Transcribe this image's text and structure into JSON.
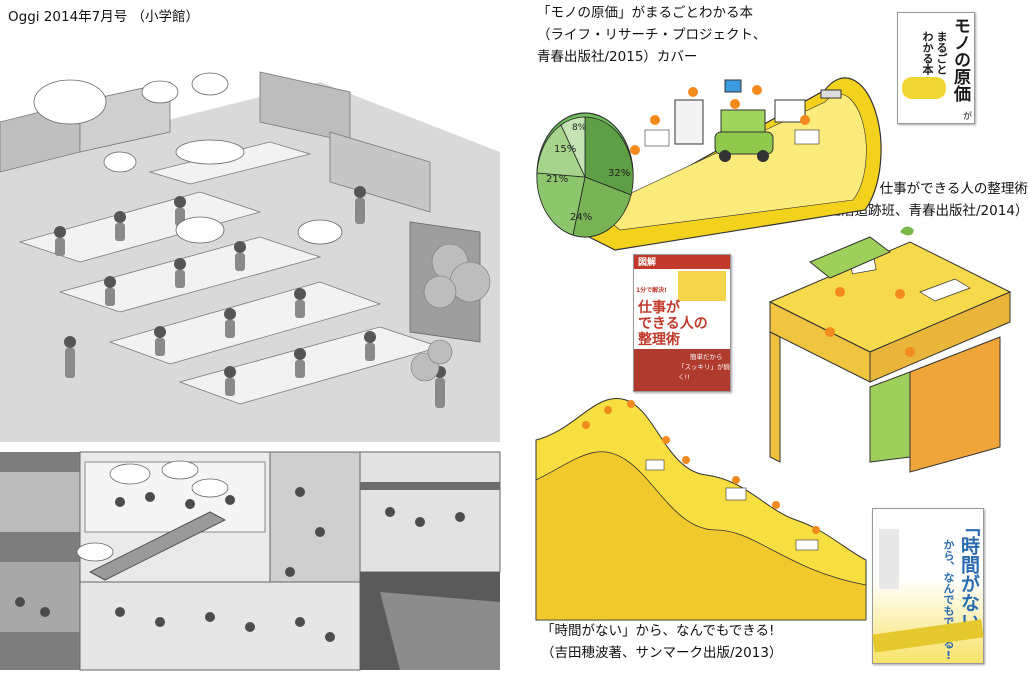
{
  "captions": {
    "oggi": "Oggi  2014年7月号 （小学館）",
    "mono_line1": "「モノの原価」がまるごとわかる本",
    "mono_line2": "（ライフ・リサーチ・プロジェクト、",
    "mono_line3": "青春出版社/2015）カバー",
    "zukai_line1": "図解 1分で解決! 仕事ができる人の整理術",
    "zukai_line2": "（知的生活追跡班、青春出版社/2014）",
    "jikan_line1": "「時間がない」から、なんでもできる!",
    "jikan_line2": "（吉田穂波著、サンマーク出版/2013）"
  },
  "book_mono": {
    "title": "モノの原価",
    "subtitle1": "まるごと",
    "subtitle2": "わかる本",
    "ga": "が"
  },
  "book_zukai": {
    "label": "図解",
    "badge": "1分で解決!",
    "title1": "仕事が",
    "title2": "できる人の",
    "title3": "整理術",
    "tag1": "簡単だから",
    "tag2": "「スッキリ」が続く!!"
  },
  "book_jikan": {
    "title": "「時間がない」",
    "sub": "から、なんでもできる!"
  },
  "pie": {
    "labels": [
      "32%",
      "24%",
      "21%",
      "15%",
      "8%"
    ]
  }
}
